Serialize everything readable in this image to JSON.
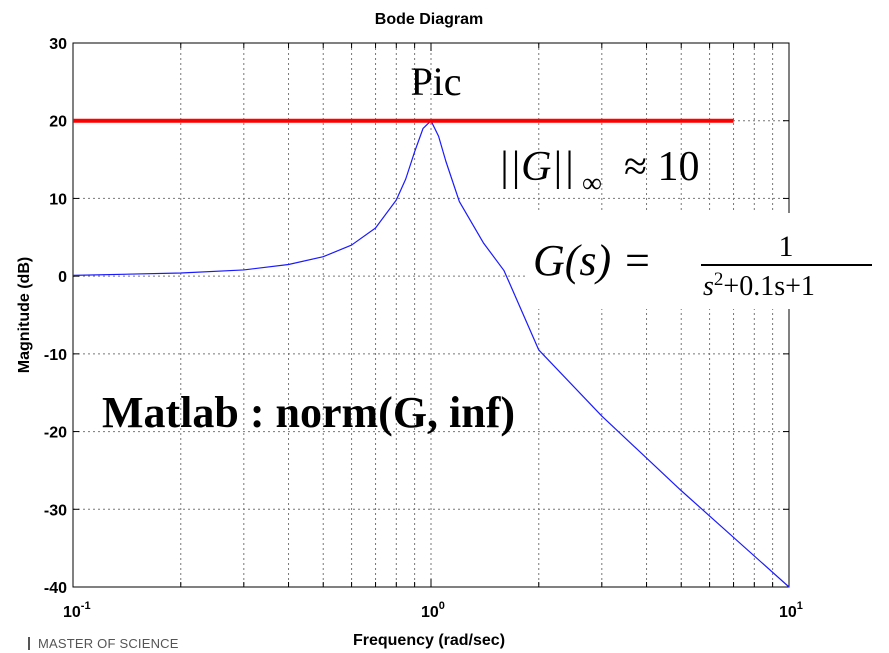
{
  "chart_data": {
    "type": "line",
    "title": "Bode Diagram",
    "xlabel": "Frequency  (rad/sec)",
    "ylabel": "Magnitude (dB)",
    "xscale": "log",
    "xlim": [
      0.1,
      10
    ],
    "ylim": [
      -40,
      30
    ],
    "x_ticks": [
      {
        "base": "10",
        "exp": "-1"
      },
      {
        "base": "10",
        "exp": "0"
      },
      {
        "base": "10",
        "exp": "1"
      }
    ],
    "y_ticks": [
      "30",
      "20",
      "10",
      "0",
      "-10",
      "-20",
      "-30",
      "-40"
    ],
    "grid": true,
    "series": [
      {
        "color": "#1a1aff",
        "x": [
          0.1,
          0.2,
          0.3,
          0.4,
          0.5,
          0.6,
          0.7,
          0.8,
          0.85,
          0.9,
          0.95,
          1.0,
          1.05,
          1.1,
          1.2,
          1.4,
          1.6,
          2.0,
          3.0,
          5.0,
          10.0
        ],
        "y": [
          0.1,
          0.4,
          0.8,
          1.5,
          2.5,
          4.0,
          6.2,
          9.8,
          12.5,
          16.0,
          19.0,
          20.0,
          18.0,
          14.8,
          9.6,
          4.3,
          0.7,
          -9.5,
          -18.0,
          -27.6,
          -40.0
        ]
      }
    ],
    "reference_line": {
      "y": 20,
      "x_range": [
        0.1,
        7.0
      ],
      "color": "#ff0000"
    },
    "annotations": {
      "pic": "Pic",
      "norm": {
        "lhs": "||G||",
        "sub": "∞",
        "rhs": "≈ 10"
      },
      "transfer": {
        "lhs": "G(s) =",
        "num": "1",
        "den_s": "s",
        "den_sup": "2",
        "den_rest": "+0.1s+1"
      },
      "matlab": "Matlab : norm(G, inf)"
    }
  },
  "footer": {
    "text": "MASTER OF SCIENCE"
  }
}
